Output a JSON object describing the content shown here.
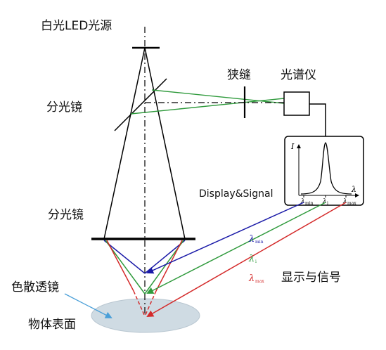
{
  "labels": {
    "white_led_source": "白光LED光源",
    "beam_splitter_top": "分光镜",
    "slit": "狭缝",
    "spectrometer": "光谱仪",
    "display_signal": "Display&Signal",
    "beam_splitter_bottom": "分光镜",
    "dispersive_lens": "色散透镜",
    "object_surface": "物体表面",
    "display_and_signal_cn": "显示与信号"
  },
  "wavelengths": {
    "symbol": "λ",
    "min_sub": "min",
    "i_sub": "i",
    "max_sub": "max"
  },
  "graph": {
    "y_label": "I",
    "x_label": "λ",
    "tick_min_sub": "min",
    "tick_i_sub": "i",
    "tick_max_sub": "max"
  },
  "colors": {
    "blue": "#1a1aa8",
    "green": "#2f9a3c",
    "red": "#d42a2a",
    "black": "#000000",
    "object_fill": "#cfdbe3",
    "pointer": "#4a9fd8"
  }
}
